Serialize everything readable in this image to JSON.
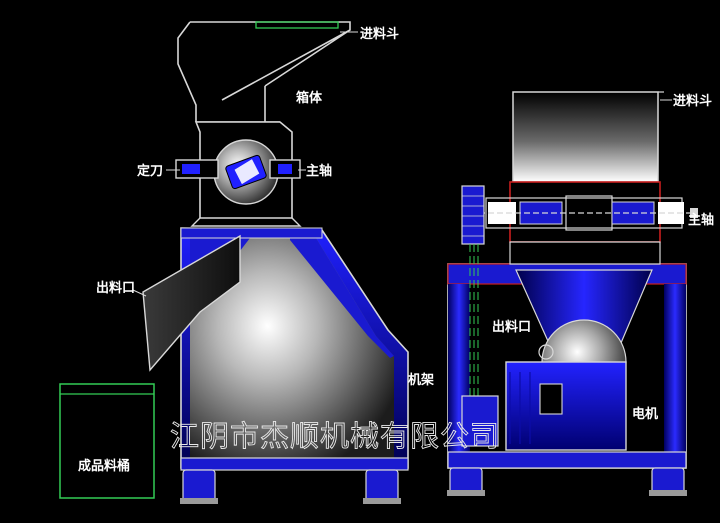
{
  "labels": {
    "hopper_left": "进料斗",
    "box": "箱体",
    "fixed_blade": "定刀",
    "main_shaft_left": "主轴",
    "outlet_left": "出料口",
    "frame": "机架",
    "product_bin": "成品料桶",
    "hopper_right": "进料斗",
    "main_shaft_right": "主轴",
    "outlet_right": "出料口",
    "motor": "电机"
  },
  "watermark": "江阴市杰顺机械有限公司",
  "colors": {
    "background": "#000000",
    "frame_blue": "#1a1ad0",
    "outline_gray": "#d8d8d8",
    "accent_red": "#c81e1e",
    "lid_green": "#33cc55",
    "steel_gray": "#9a9a9a"
  }
}
